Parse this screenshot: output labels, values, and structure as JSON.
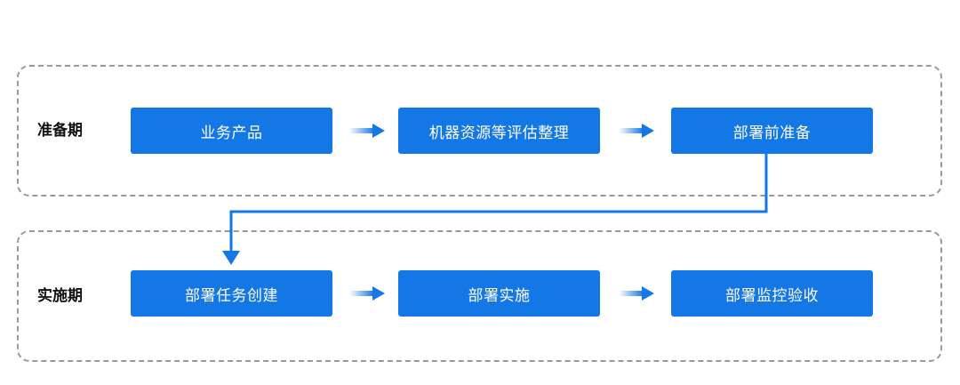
{
  "colors": {
    "step_fill": "#1477e6",
    "step_text": "#ffffff",
    "phase_border": "#9a9a9a",
    "arrow": "#1477e6"
  },
  "phases": [
    {
      "label": "准备期",
      "steps": [
        "业务产品",
        "机器资源等评估整理",
        "部署前准备"
      ]
    },
    {
      "label": "实施期",
      "steps": [
        "部署任务创建",
        "部署实施",
        "部署监控验收"
      ]
    }
  ]
}
